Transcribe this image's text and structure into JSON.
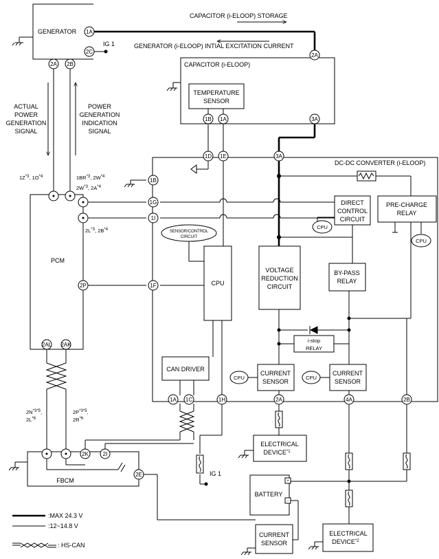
{
  "top": {
    "storage_label": "CAPACITOR (i-ELOOP) STORAGE",
    "excitation_label": "GENERATOR (i-ELOOP) INTIAL EXCITATION CURRENT"
  },
  "generator": {
    "label": "GENERATOR",
    "ig1": "IG 1",
    "pins": {
      "a1": "1A",
      "c2": "2C",
      "a2": "2A",
      "b2": "2B"
    },
    "actual_signal": [
      "ACTUAL",
      "POWER",
      "GENERATION",
      "SIGNAL"
    ],
    "indication_signal": [
      "POWER",
      "GENERATION",
      "INDICATION",
      "SIGNAL"
    ]
  },
  "capacitor": {
    "label": "CAPACITOR (i-ELOOP)",
    "temp_sensor": [
      "TEMPERATURE",
      "SENSOR"
    ],
    "pins": {
      "a2": "2A",
      "b1": "1B",
      "a1": "1A",
      "a3": "3A"
    }
  },
  "dcdc": {
    "label": "DC-DC CONVERTER (i-ELOOP)",
    "pins": {
      "d1": "1D",
      "e1": "1E",
      "a3": "3A",
      "b1": "1B",
      "g1": "1G",
      "i1": "1I",
      "f1": "1F",
      "a1": "1A",
      "c1": "1C",
      "h1": "1H",
      "a2": "2A",
      "a4": "4A",
      "b2": "2B"
    },
    "sensor_control": [
      "SENSOR/CONTROL",
      "CIRCUIT"
    ],
    "cpu": "CPU",
    "voltage_reduction": [
      "VOLTAGE",
      "REDUCTION",
      "CIRCUIT"
    ],
    "direct_control": [
      "DIRECT",
      "CONTROL",
      "CIRCUIT"
    ],
    "pre_charge": [
      "PRE-CHARGE",
      "RELAY"
    ],
    "bypass": [
      "BY-PASS",
      "RELAY"
    ],
    "istop": [
      "i-stop",
      "RELAY"
    ],
    "can_driver": "CAN DRIVER",
    "current_sensor": [
      "CURRENT",
      "SENSOR"
    ]
  },
  "pcm": {
    "label": "PCM",
    "pins": {
      "p2": "2P",
      "al2": "2AL",
      "ak2": "2AK"
    },
    "left_pins_main": "1Z",
    "left_pins_tail": "1O",
    "right_pins1_main": "1BR",
    "right_pins1_tail": "2W",
    "right_pins2_main": "2W",
    "right_pins2_tail": "2A",
    "right_pins3_main": "2L",
    "right_pins3_tail": "2B",
    "note3": "*3",
    "note4": "*4",
    "note5": "*5",
    "note6": "*6",
    "note1": "*1",
    "note2": "*2"
  },
  "fbcm": {
    "label": "FBCM",
    "pins": {
      "k2": "2K",
      "i2": "2I",
      "e2": "2E"
    },
    "left_pin_a": "2N",
    "left_pin_b": "2L",
    "right_pin_a": "2P",
    "right_pin_b": "2R"
  },
  "bottom": {
    "ig1": "IG 1",
    "electrical_device": [
      "ELECTRICAL",
      "DEVICE"
    ],
    "battery": "BATTERY",
    "current_sensor": [
      "CURRENT",
      "SENSOR"
    ],
    "plus": "+",
    "minus": "-"
  },
  "legend": {
    "max": ":MAX 24.3  V",
    "range": ":12~14.8 V",
    "hscan": ": HS-CAN"
  }
}
